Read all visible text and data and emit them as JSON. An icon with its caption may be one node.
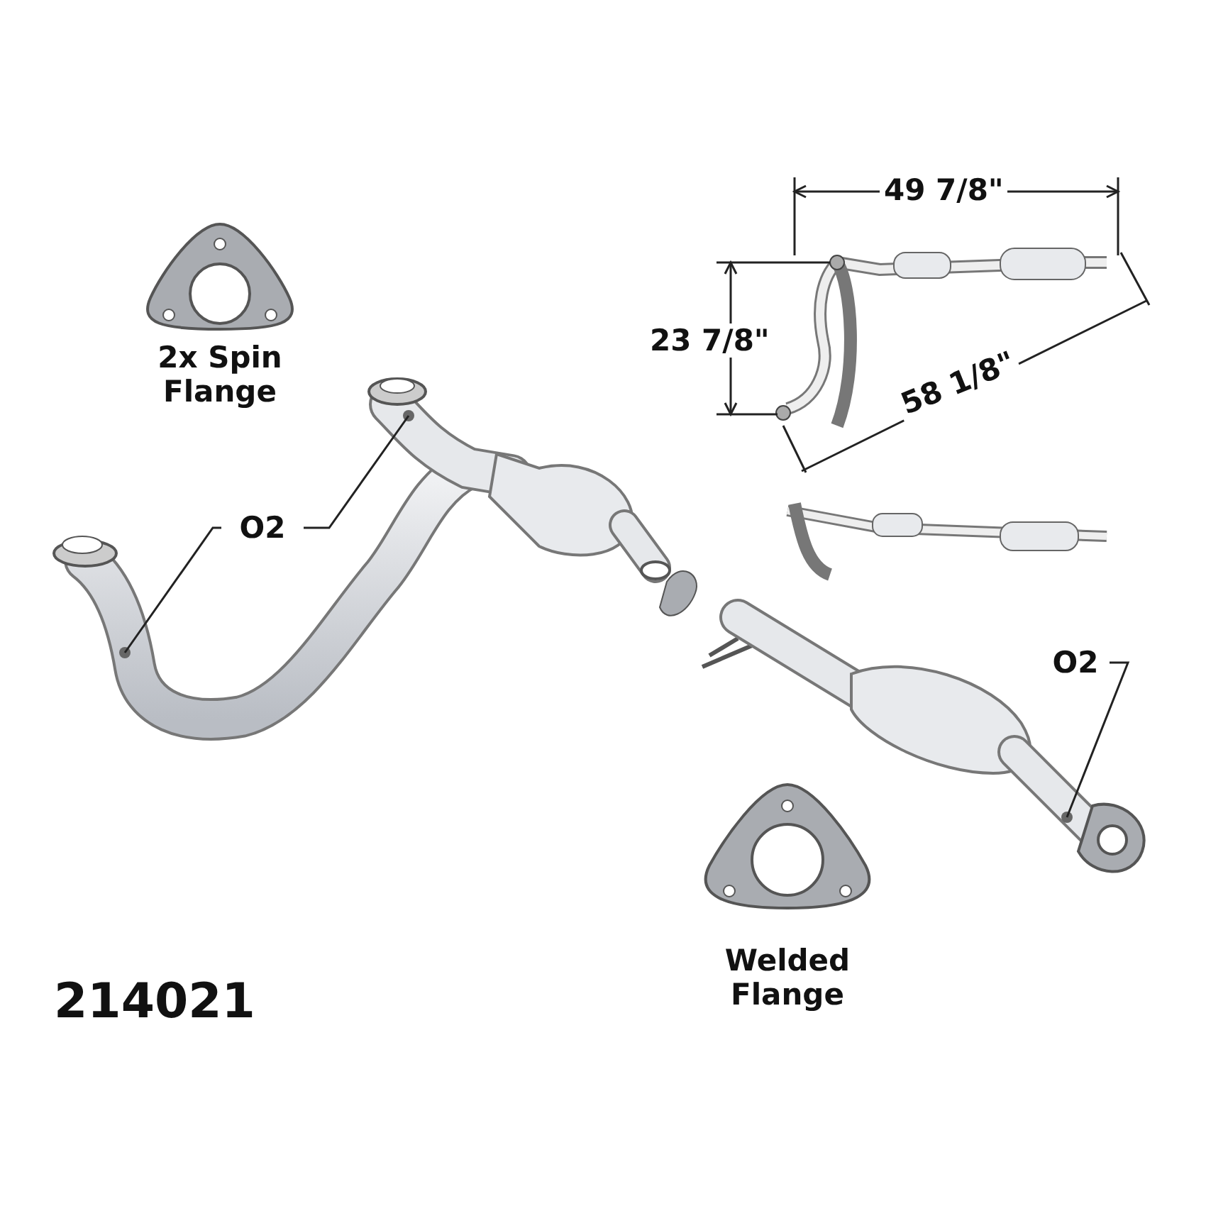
{
  "diagram": {
    "nodes": [
      {
        "text": [
          "O2"
        ]
      },
      {
        "text": [
          "O2"
        ]
      }
    ],
    "edges": [
      {
        "from": 0,
        "to": null,
        "arrow": "none"
      },
      {
        "from": 0,
        "to": null,
        "arrow": "none"
      },
      {
        "from": 1,
        "to": null,
        "arrow": "none"
      }
    ],
    "labels": [
      "2x Spin Flange",
      "49 7/8\"",
      "23 7/8\"",
      "58 1/8\"",
      "Welded Flange",
      "214021"
    ]
  }
}
